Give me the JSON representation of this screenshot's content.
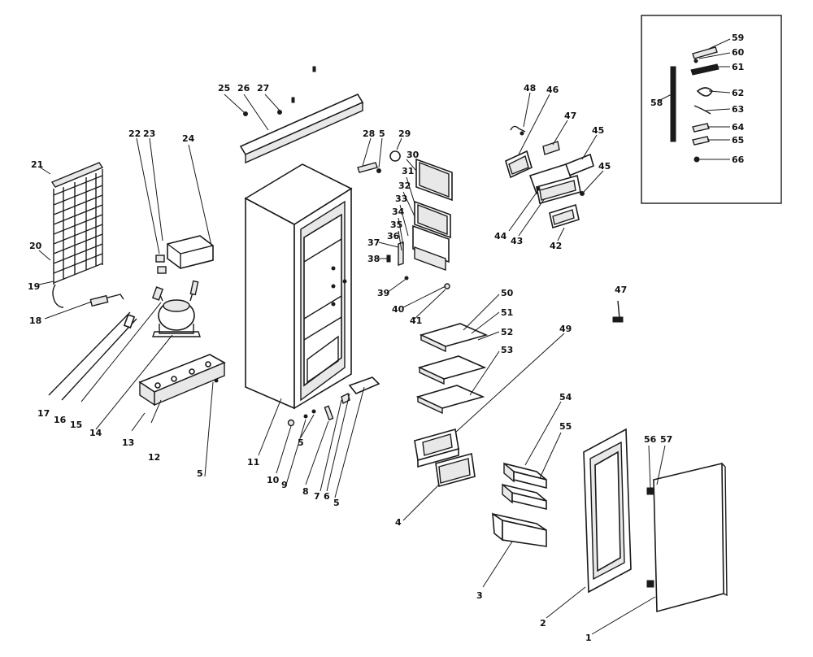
{
  "callouts": [
    {
      "id": "c21a",
      "text": "21"
    },
    {
      "id": "c20",
      "text": "20"
    },
    {
      "id": "c19",
      "text": "19"
    },
    {
      "id": "c18",
      "text": "18"
    },
    {
      "id": "c17",
      "text": "17"
    },
    {
      "id": "c16",
      "text": "16"
    },
    {
      "id": "c15",
      "text": "15"
    },
    {
      "id": "c14",
      "text": "14"
    },
    {
      "id": "c13",
      "text": "13"
    },
    {
      "id": "c12",
      "text": "12"
    },
    {
      "id": "c5a",
      "text": "5"
    },
    {
      "id": "c22",
      "text": "22"
    },
    {
      "id": "c23",
      "text": "23"
    },
    {
      "id": "c24",
      "text": "24"
    },
    {
      "id": "c25",
      "text": "25"
    },
    {
      "id": "c26",
      "text": "26"
    },
    {
      "id": "c27",
      "text": "27"
    },
    {
      "id": "c11",
      "text": "11"
    },
    {
      "id": "c10",
      "text": "10"
    },
    {
      "id": "c9",
      "text": "9"
    },
    {
      "id": "c5b",
      "text": "5"
    },
    {
      "id": "c8",
      "text": "8"
    },
    {
      "id": "c7",
      "text": "7"
    },
    {
      "id": "c6",
      "text": "6"
    },
    {
      "id": "c5c",
      "text": "5"
    },
    {
      "id": "c28",
      "text": "28"
    },
    {
      "id": "c5d",
      "text": "5"
    },
    {
      "id": "c29",
      "text": "29"
    },
    {
      "id": "c30",
      "text": "30"
    },
    {
      "id": "c31",
      "text": "31"
    },
    {
      "id": "c32",
      "text": "32"
    },
    {
      "id": "c33",
      "text": "33"
    },
    {
      "id": "c34",
      "text": "34"
    },
    {
      "id": "c35",
      "text": "35"
    },
    {
      "id": "c36",
      "text": "36"
    },
    {
      "id": "c37",
      "text": "37"
    },
    {
      "id": "c38",
      "text": "38"
    },
    {
      "id": "c39",
      "text": "39"
    },
    {
      "id": "c40",
      "text": "40"
    },
    {
      "id": "c41",
      "text": "41"
    },
    {
      "id": "c48a",
      "text": "48"
    },
    {
      "id": "c46",
      "text": "46"
    },
    {
      "id": "c47a",
      "text": "47"
    },
    {
      "id": "c45a",
      "text": "45"
    },
    {
      "id": "c45b",
      "text": "45"
    },
    {
      "id": "c44",
      "text": "44"
    },
    {
      "id": "c43",
      "text": "43"
    },
    {
      "id": "c42",
      "text": "42"
    },
    {
      "id": "c50",
      "text": "50"
    },
    {
      "id": "c51",
      "text": "51"
    },
    {
      "id": "c52",
      "text": "52"
    },
    {
      "id": "c53",
      "text": "53"
    },
    {
      "id": "c49",
      "text": "49"
    },
    {
      "id": "c4",
      "text": "4"
    },
    {
      "id": "c47b",
      "text": "47"
    },
    {
      "id": "c54",
      "text": "54"
    },
    {
      "id": "c55",
      "text": "55"
    },
    {
      "id": "c3",
      "text": "3"
    },
    {
      "id": "c56",
      "text": "56"
    },
    {
      "id": "c57",
      "text": "57"
    },
    {
      "id": "c2",
      "text": "2"
    },
    {
      "id": "c1",
      "text": "1"
    },
    {
      "id": "c58",
      "text": "58"
    },
    {
      "id": "c59",
      "text": "59"
    },
    {
      "id": "c60",
      "text": "60"
    },
    {
      "id": "c61",
      "text": "61"
    },
    {
      "id": "c62",
      "text": "62"
    },
    {
      "id": "c63",
      "text": "63"
    },
    {
      "id": "c64",
      "text": "64"
    },
    {
      "id": "c65",
      "text": "65"
    },
    {
      "id": "c66",
      "text": "66"
    }
  ]
}
